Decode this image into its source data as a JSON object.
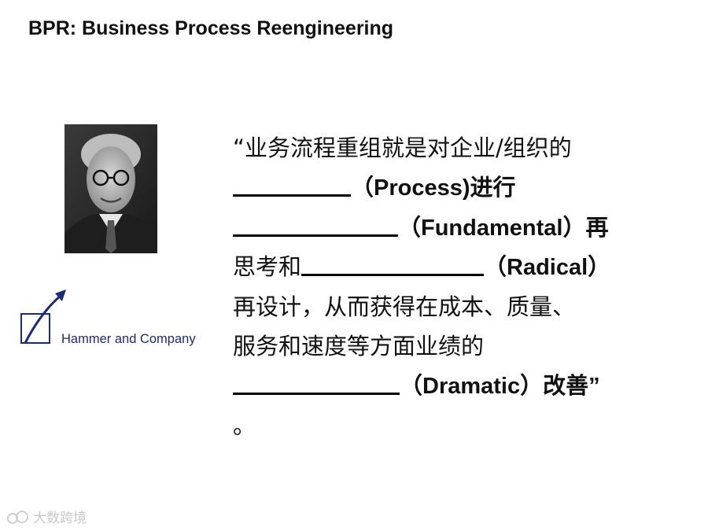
{
  "slide": {
    "title": "BPR: Business Process Reengineering"
  },
  "logo": {
    "company_name": "Hammer and Company",
    "color": "#1c2a7a"
  },
  "quote": {
    "line1": "“业务流程重组就是对企业/组织的",
    "line2_term": "（Process)进行",
    "line3_term": "（Fundamental）再",
    "line4_prefix": "思考和",
    "line4_term": "（Radical）",
    "line5": "再设计，从而获得在成本、质量、",
    "line6": "服务和速度等方面业绩的",
    "line7_term": "（Dramatic）改善”",
    "line8": "。"
  },
  "watermark": {
    "text": "大数跨境"
  }
}
